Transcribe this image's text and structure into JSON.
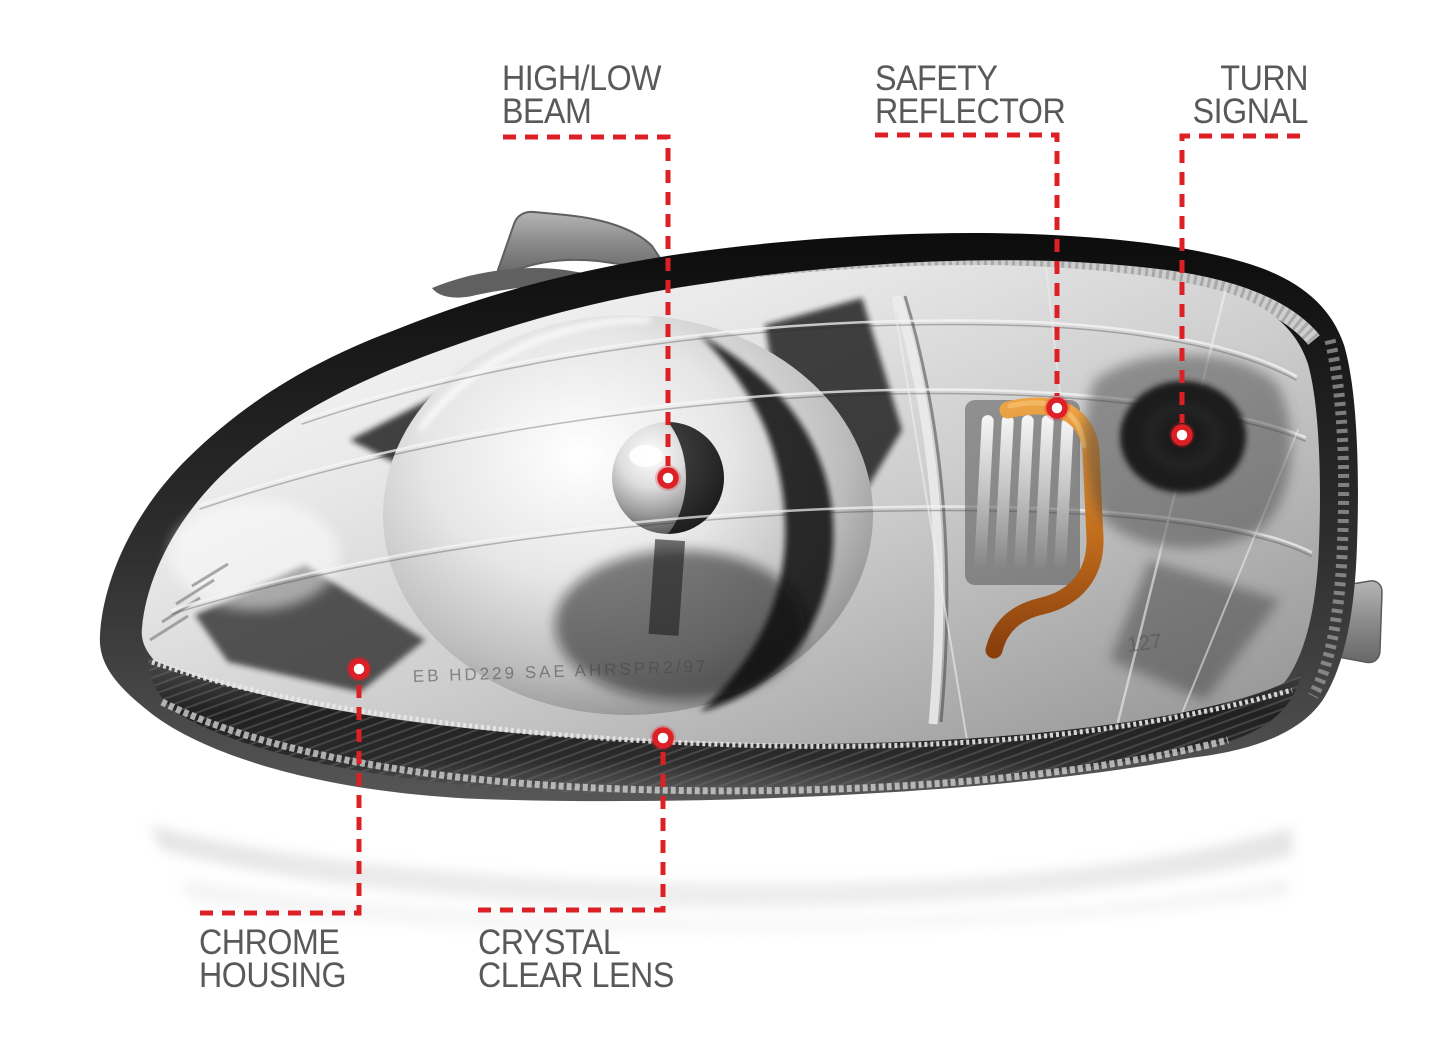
{
  "figure": {
    "type": "annotated product diagram",
    "subject": "automotive headlight assembly, chrome housing with clear lens",
    "background": "#ffffff",
    "colors": {
      "callout_red": "#DD1F26",
      "label_text": "#58595B",
      "amber_reflector": "#C4701F",
      "chrome_light": "#D8D8D8",
      "housing_dark": "#1E1E1E"
    },
    "lens_markings": {
      "certification": "EB HD229 SAE AHRSPR2/97",
      "mold_number": "127"
    },
    "callouts": [
      {
        "id": "high-low-beam",
        "line1": "HIGH/LOW",
        "line2": "BEAM"
      },
      {
        "id": "safety-reflector",
        "line1": "SAFETY",
        "line2": "REFLECTOR"
      },
      {
        "id": "turn-signal",
        "line1": "TURN",
        "line2": "SIGNAL"
      },
      {
        "id": "chrome-housing",
        "line1": "CHROME",
        "line2": "HOUSING"
      },
      {
        "id": "crystal-clear-lens",
        "line1": "CRYSTAL",
        "line2": "CLEAR LENS"
      }
    ]
  }
}
